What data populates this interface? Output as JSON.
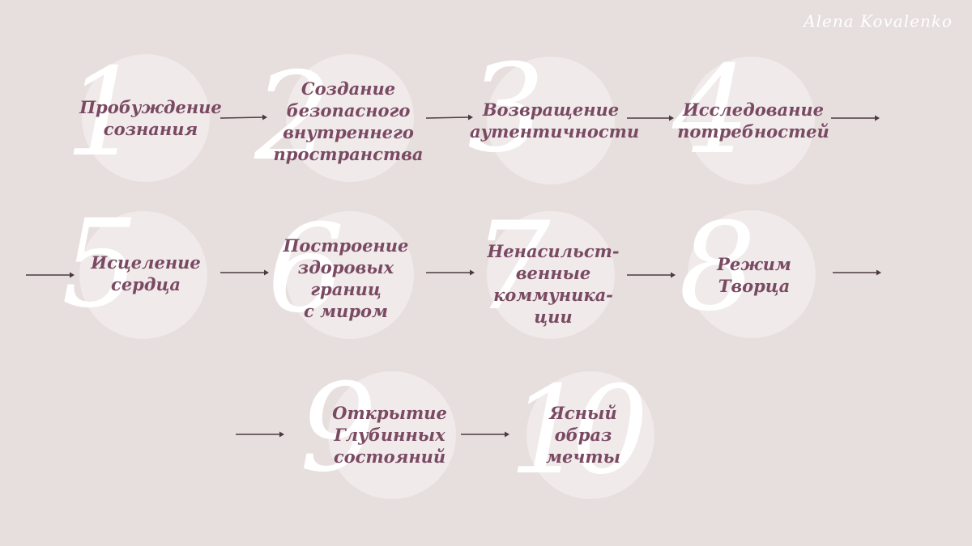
{
  "signature": "Alena Kovalenko",
  "colors": {
    "background": "#e7dfde",
    "circle": "#f0eaea",
    "numeral": "#ffffff",
    "label": "#7a4a63",
    "arrow": "#4a3a40"
  },
  "steps": [
    {
      "number": "1",
      "lines": [
        "Пробуждение",
        "сознания"
      ]
    },
    {
      "number": "2",
      "lines": [
        "Создание",
        "безопасного",
        "внутреннего",
        "пространства"
      ]
    },
    {
      "number": "3",
      "lines": [
        "Возвращение",
        "аутентичности"
      ]
    },
    {
      "number": "4",
      "lines": [
        "Исследование",
        "потребностей"
      ]
    },
    {
      "number": "5",
      "lines": [
        "Исцеление",
        "сердца"
      ]
    },
    {
      "number": "6",
      "lines": [
        "Построение",
        "здоровых",
        "границ",
        "с миром"
      ]
    },
    {
      "number": "7",
      "lines": [
        "Ненасильст-",
        "венные",
        "коммуника-",
        "ции"
      ]
    },
    {
      "number": "8",
      "lines": [
        "Режим",
        "Творца"
      ]
    },
    {
      "number": "9",
      "lines": [
        "Открытие",
        "Глубинных",
        "состояний"
      ]
    },
    {
      "number": "10",
      "lines": [
        "Ясный",
        "образ",
        "мечты"
      ]
    }
  ]
}
